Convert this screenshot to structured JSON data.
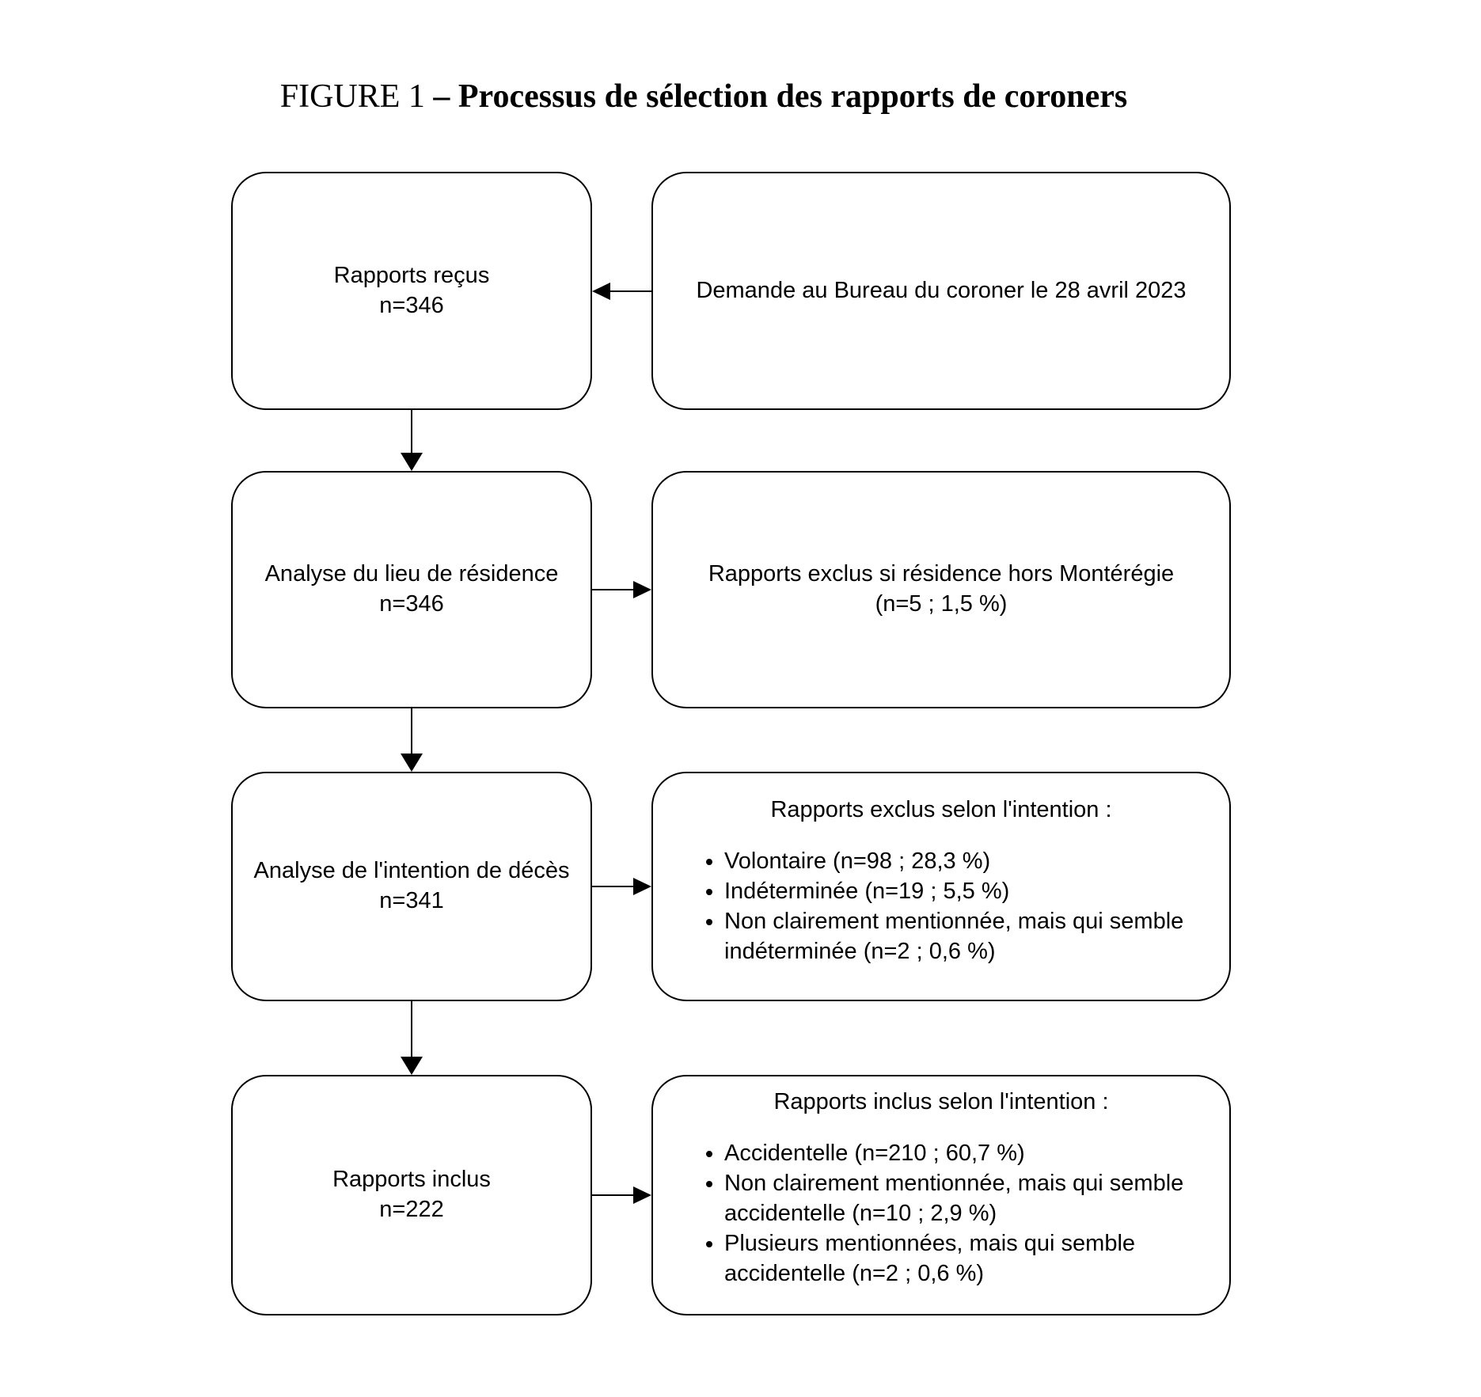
{
  "title": {
    "prefix": "FIGURE 1 ",
    "rest": "– Processus de sélection des rapports de coroners"
  },
  "colors": {
    "ink": "#000000",
    "paper": "#ffffff"
  },
  "flow": {
    "steps": [
      {
        "label": "Rapports reçus",
        "n": "n=346"
      },
      {
        "label": "Analyse du lieu de résidence",
        "n": "n=346"
      },
      {
        "label": "Analyse de l'intention de décès",
        "n": "n=341"
      },
      {
        "label": "Rapports inclus",
        "n": "n=222"
      }
    ],
    "side_notes": [
      {
        "arrow": "into-step",
        "lines": [
          "Demande au Bureau du coroner le 28 avril 2023"
        ]
      },
      {
        "arrow": "from-step",
        "lines": [
          "Rapports exclus si résidence hors Montérégie",
          "(n=5 ; 1,5 %)"
        ]
      },
      {
        "arrow": "from-step",
        "heading": "Rapports exclus selon l'intention :",
        "bullets": [
          "Volontaire (n=98 ; 28,3 %)",
          "Indéterminée (n=19 ; 5,5 %)",
          "Non clairement mentionnée, mais qui semble indéterminée (n=2 ; 0,6 %)"
        ]
      },
      {
        "arrow": "from-step",
        "heading": "Rapports inclus selon l'intention :",
        "bullets": [
          "Accidentelle (n=210 ; 60,7 %)",
          "Non clairement mentionnée, mais qui semble accidentelle (n=10 ; 2,9 %)",
          "Plusieurs mentionnées, mais qui semble accidentelle (n=2 ; 0,6 %)"
        ]
      }
    ]
  }
}
